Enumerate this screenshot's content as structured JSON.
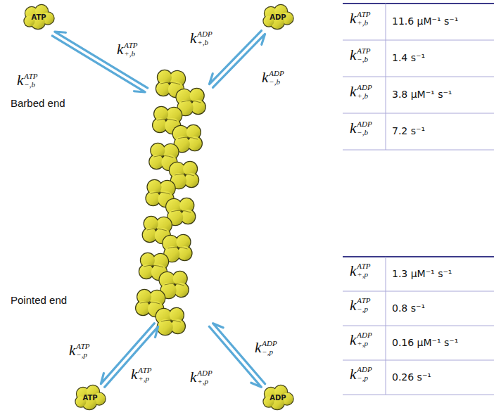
{
  "diagram": {
    "nodes": [
      {
        "text": [
          "ATP"
        ]
      },
      {
        "text": [
          "ADP"
        ]
      },
      {
        "text": [
          "ATP"
        ]
      },
      {
        "text": [
          "ADP"
        ]
      }
    ],
    "labels": [
      "Barbed end",
      "Pointed end",
      "k",
      "ATP",
      "+,b",
      "k",
      "ATP",
      "−,b",
      "k",
      "ADP",
      "+,b",
      "k",
      "ADP",
      "−,b",
      "k",
      "ATP",
      "−,p",
      "k",
      "ATP",
      "+,p",
      "k",
      "ADP",
      "+,p",
      "k",
      "ADP",
      "−,p",
      "k",
      "ATP",
      "+,b",
      "11.6 μM⁻¹ s⁻¹",
      "k",
      "ATP",
      "−,b",
      "1.4 s⁻¹",
      "k",
      "ADP",
      "+,b",
      "3.8 μM⁻¹ s⁻¹",
      "k",
      "ADP",
      "−,b",
      "7.2 s⁻¹",
      "k",
      "ATP",
      "+,p",
      "1.3 μM⁻¹ s⁻¹",
      "k",
      "ATP",
      "−,p",
      "0.8 s⁻¹",
      "k",
      "ADP",
      "+,p",
      "0.16 μM⁻¹ s⁻¹",
      "k",
      "ADP",
      "−,p",
      "0.26 s⁻¹"
    ]
  }
}
